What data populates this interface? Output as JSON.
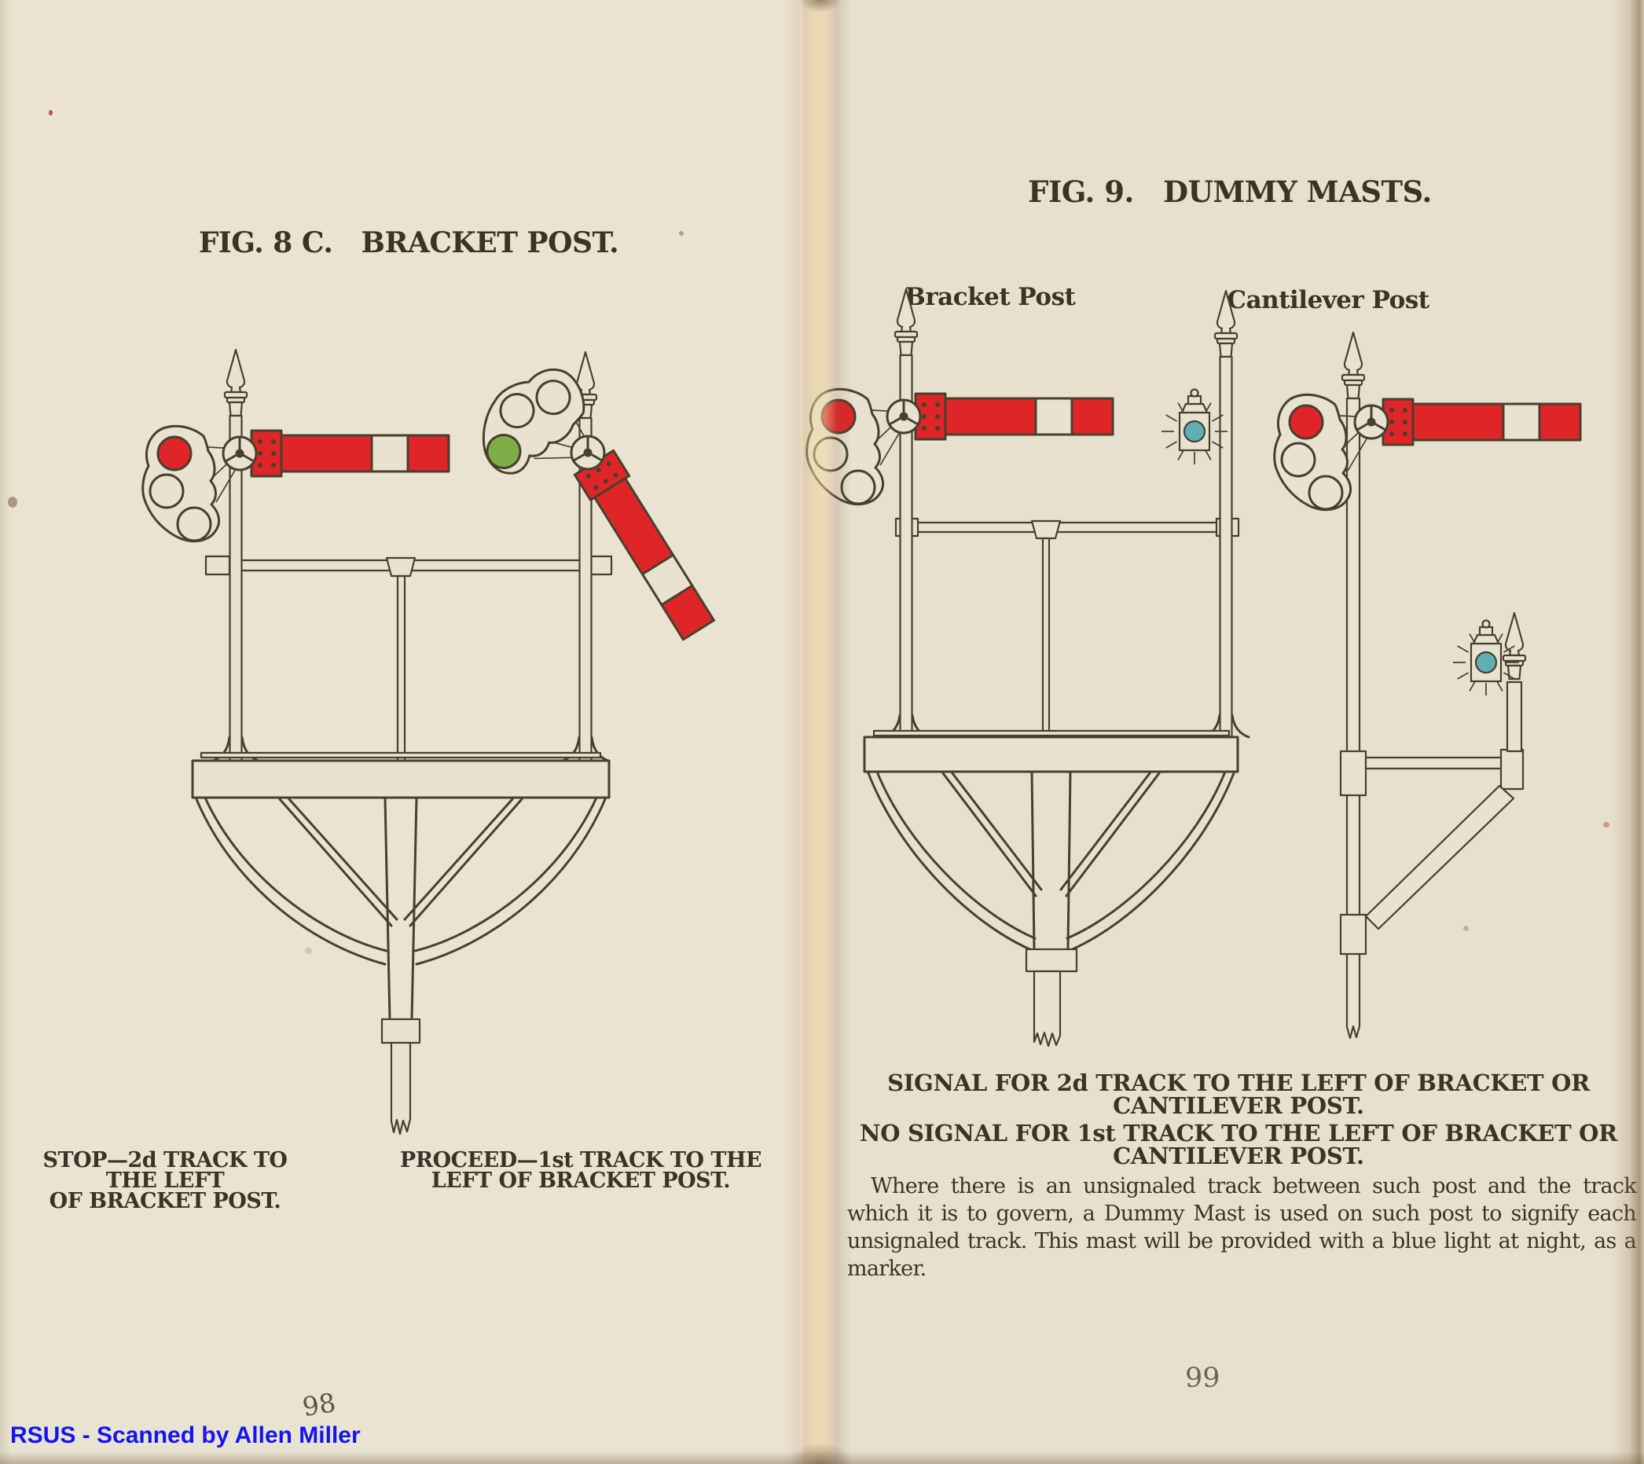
{
  "colors": {
    "paper_left": "#e9e3d1",
    "paper_right": "#e6e0cd",
    "paper_fill": "#e8e2d0",
    "ink": "#47402f",
    "text_ink": "#3a3428",
    "signal_red": "#e02528",
    "signal_green": "#7dae4a",
    "lamp_blue": "#5fafb4",
    "credit_blue": "#1414f2"
  },
  "left_page": {
    "title": "FIG. 8 C.   BRACKET POST.",
    "caption_stop_line1": "STOP—2d TRACK TO THE LEFT",
    "caption_stop_line2": "OF BRACKET POST.",
    "caption_proceed_line1": "PROCEED—1st TRACK TO THE",
    "caption_proceed_line2": "LEFT OF BRACKET POST.",
    "page_number": "98"
  },
  "right_page": {
    "title": "FIG. 9.   DUMMY MASTS.",
    "label_bracket": "Bracket Post",
    "label_cantilever": "Cantilever Post",
    "caption_signal_line1": "SIGNAL FOR 2d TRACK TO THE LEFT OF BRACKET OR",
    "caption_signal_line2": "CANTILEVER POST.",
    "caption_no_signal_line1": "NO SIGNAL FOR 1st TRACK TO THE LEFT OF BRACKET OR",
    "caption_no_signal_line2": "CANTILEVER POST.",
    "body_paragraph": "Where there is an unsignaled track between such post and the track which it is to govern, a Dummy Mast is used on such post  to signify each unsignaled track.   This mast will be provided with a blue light at night, as a marker.",
    "page_number": "99"
  },
  "footer": {
    "scan_credit": "RSUS - Scanned by Allen Miller"
  }
}
